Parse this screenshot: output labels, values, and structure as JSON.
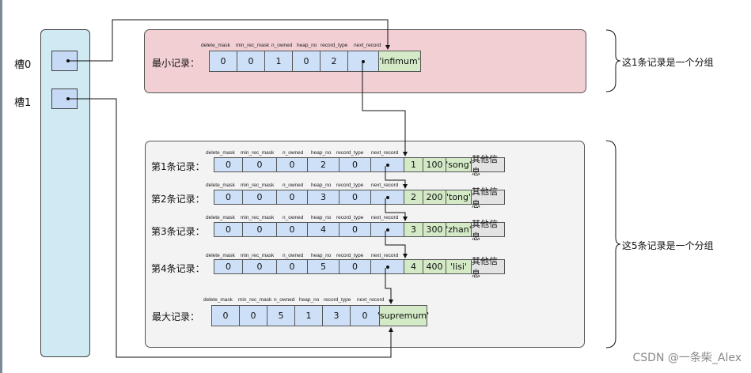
{
  "slots": [
    {
      "label": "槽0"
    },
    {
      "label": "槽1"
    }
  ],
  "field_headers": [
    "delete_mask",
    "min_rec_mask",
    "n_owned",
    "heap_no",
    "record_type",
    "next_record"
  ],
  "infimum": {
    "label": "最小记录：",
    "values": [
      "0",
      "0",
      "1",
      "0",
      "2"
    ],
    "payload": "'infimum'"
  },
  "records": [
    {
      "label": "第1条记录：",
      "values": [
        "0",
        "0",
        "0",
        "2",
        "0"
      ],
      "extra": [
        "1",
        "100",
        "'song'"
      ],
      "other": "其他信息"
    },
    {
      "label": "第2条记录：",
      "values": [
        "0",
        "0",
        "0",
        "3",
        "0"
      ],
      "extra": [
        "2",
        "200",
        "'tong'"
      ],
      "other": "其他信息"
    },
    {
      "label": "第3条记录：",
      "values": [
        "0",
        "0",
        "0",
        "4",
        "0"
      ],
      "extra": [
        "3",
        "300",
        "'zhan'"
      ],
      "other": "其他信息"
    },
    {
      "label": "第4条记录：",
      "values": [
        "0",
        "0",
        "0",
        "5",
        "0"
      ],
      "extra": [
        "4",
        "400",
        "'lisi'"
      ],
      "other": "其他信息"
    }
  ],
  "supremum": {
    "label": "最大记录：",
    "values": [
      "0",
      "0",
      "5",
      "1",
      "3",
      "0"
    ],
    "payload": "'supremum'"
  },
  "group_notes": [
    "这1条记录是一个分组",
    "这5条记录是一个分组"
  ],
  "watermark": "CSDN @一条柴_Alex",
  "colors": {
    "slot_bar": "#cfeaf3",
    "group1_bg": "#f2cfd3",
    "group2_bg": "#f3f3f3",
    "field_cell": "#cde0f7",
    "payload_cell": "#d4eac7",
    "other_cell": "#e3e3e3"
  }
}
